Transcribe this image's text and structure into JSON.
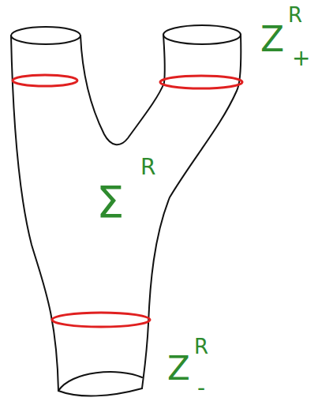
{
  "diagram": {
    "labels": [
      "Z",
      "R",
      "+",
      "Σ",
      "R",
      "Z",
      "R",
      "-"
    ]
  }
}
